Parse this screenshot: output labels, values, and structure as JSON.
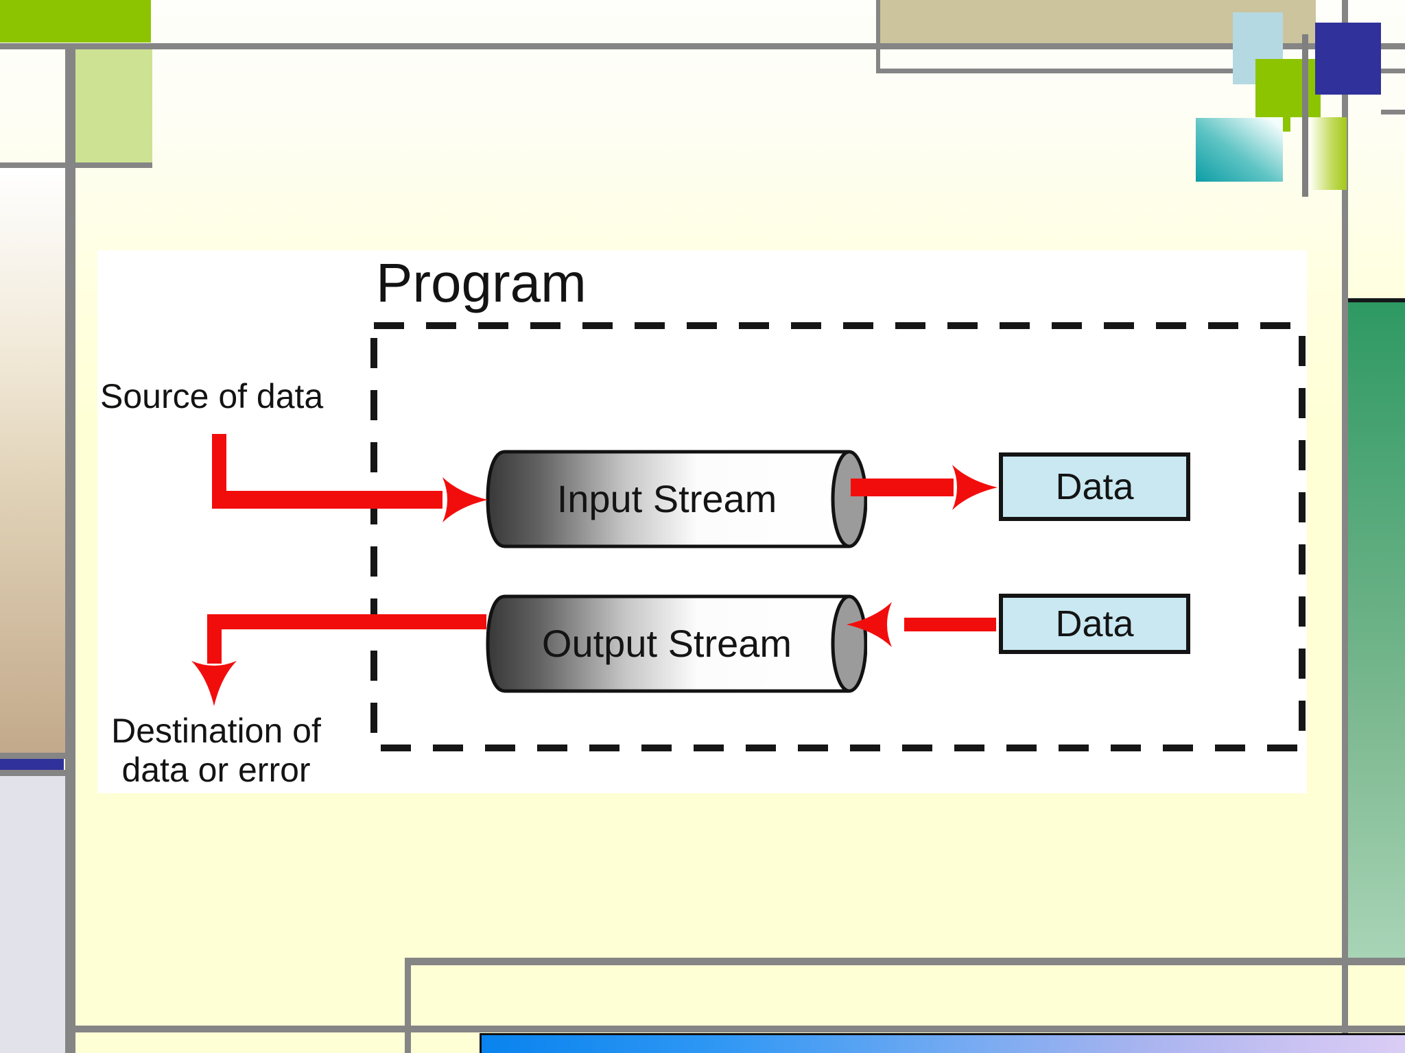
{
  "slide": {
    "diagram": {
      "program_label": "Program",
      "source_label": "Source of data",
      "destination_label_line1": "Destination of",
      "destination_label_line2": "data or error",
      "input_stream_label": "Input Stream",
      "output_stream_label": "Output Stream",
      "input_data_label": "Data",
      "output_data_label": "Data"
    },
    "colors": {
      "accent_red": "#F20D0D",
      "data_box_fill": "#C9E8F2",
      "slide_yellow": "#FFFFD6",
      "frame_gray": "#858585",
      "lime_green": "#8CC402",
      "pale_green_rect": "#CEE293",
      "tan_bar": "#CBC49D",
      "pale_blue_rect": "#B4D9E2",
      "navy": "#31319B",
      "teal_square": "#0D9DA5",
      "right_column_green": "#2E9963",
      "bottom_bar_blue": "#0983EE",
      "bottom_bar_lavender": "#DACDF5"
    }
  }
}
